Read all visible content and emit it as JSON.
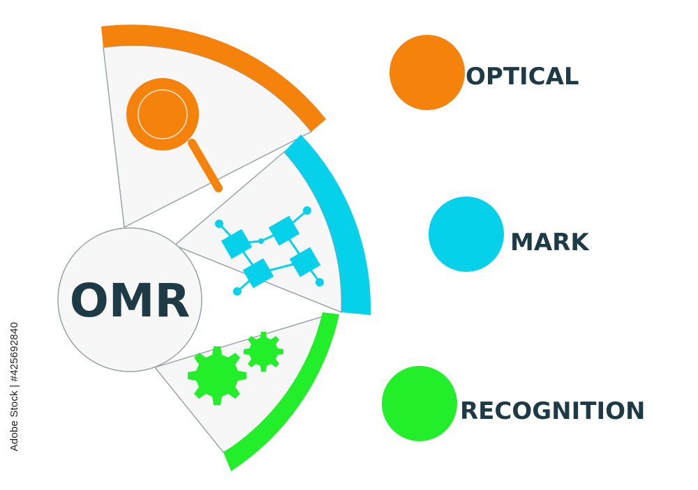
{
  "center": {
    "label": "OMR"
  },
  "items": [
    {
      "word": "OPTICAL",
      "color": "#f5820b",
      "icon": "magnifier-icon"
    },
    {
      "word": "MARK",
      "color": "#05d2ea",
      "icon": "circuit-icon"
    },
    {
      "word": "RECOGNITION",
      "color": "#22ee2a",
      "icon": "gears-icon"
    }
  ],
  "watermark": "Adobe Stock | #425692840"
}
